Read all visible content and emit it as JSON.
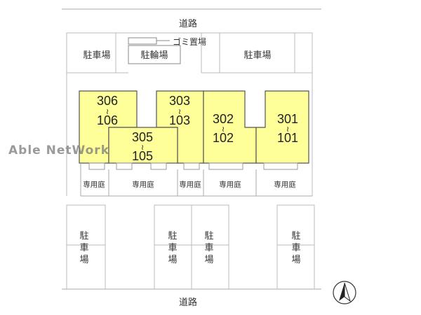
{
  "road_top": "道路",
  "road_bottom": "道路",
  "garbage": "ゴミ置場",
  "bicycle": "駐輪場",
  "parking_top_left": "駐車場",
  "parking_top_right": "駐車場",
  "parking_bottom": [
    "駐",
    "車",
    "場"
  ],
  "units": [
    {
      "upper": "306",
      "lower": "106"
    },
    {
      "upper": "303",
      "lower": "103"
    },
    {
      "upper": "305",
      "lower": "105"
    },
    {
      "upper": "302",
      "lower": "102"
    },
    {
      "upper": "301",
      "lower": "101"
    }
  ],
  "range_mark": "≀",
  "garden": "専用庭",
  "watermark": "Able NetWork",
  "colors": {
    "building": "#ffff99",
    "outline": "#555555",
    "line": "#999999"
  },
  "north_icon": "north-arrow-icon"
}
